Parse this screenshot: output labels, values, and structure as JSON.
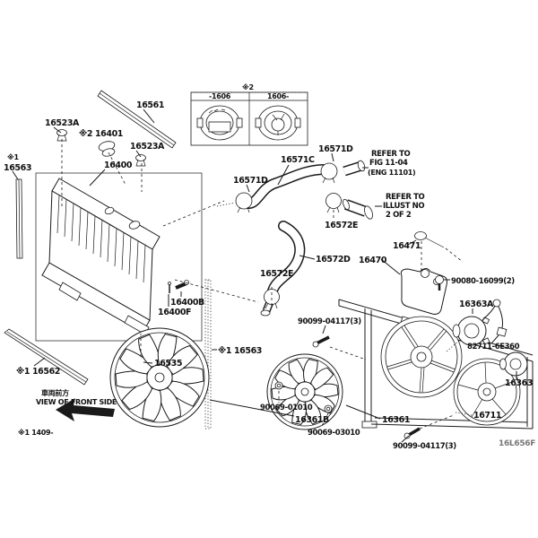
{
  "diagram": {
    "drawing_code": "16L656F",
    "footnote": "※1 1409-",
    "front_arrow": {
      "jp": "車両前方",
      "en": "VIEW OF FRONT SIDE"
    },
    "inset_table": {
      "mark": "※2",
      "col_left": "-1606",
      "col_right": "1606-"
    },
    "refer_fig": [
      "REFER TO",
      "FIG 11-04",
      "(ENG 11101)"
    ],
    "refer_illust": [
      "REFER TO",
      "ILLUST NO",
      "2 OF 2"
    ]
  },
  "labels": {
    "clip1": "16523A",
    "cap": "※2 16401",
    "clip2": "16523A",
    "seal_upper": "16561",
    "radiator": "16400",
    "seal_left_mark": "※1",
    "seal_left": "16563",
    "bracket": "16400B",
    "pin": "16400F",
    "plug": "16535",
    "seal_lower": "※1 16562",
    "seal_right": "※1 16563",
    "bolt_shroud_upper": "90099-04117(3)",
    "clamp_inlet_left": "16571D",
    "hose_inlet": "16571C",
    "clamp_inlet_right": "16571D",
    "clamp_outlet_upper": "16572E",
    "hose_outlet": "16572D",
    "clamp_outlet_lower": "16572E",
    "reservoir_cap": "16471",
    "reservoir": "16470",
    "bolt_reservoir": "90080-16099(2)",
    "motor_upper": "16363A",
    "wire": "82711-6E360",
    "motor_lower": "16363",
    "shroud": "16711",
    "fan_right": "16361",
    "fan_left": "16361B",
    "nut_left": "90069-01010",
    "nut_right": "90069-03010",
    "bolt_shroud_lower": "90099-04117(3)",
    "code": "16L656F"
  }
}
